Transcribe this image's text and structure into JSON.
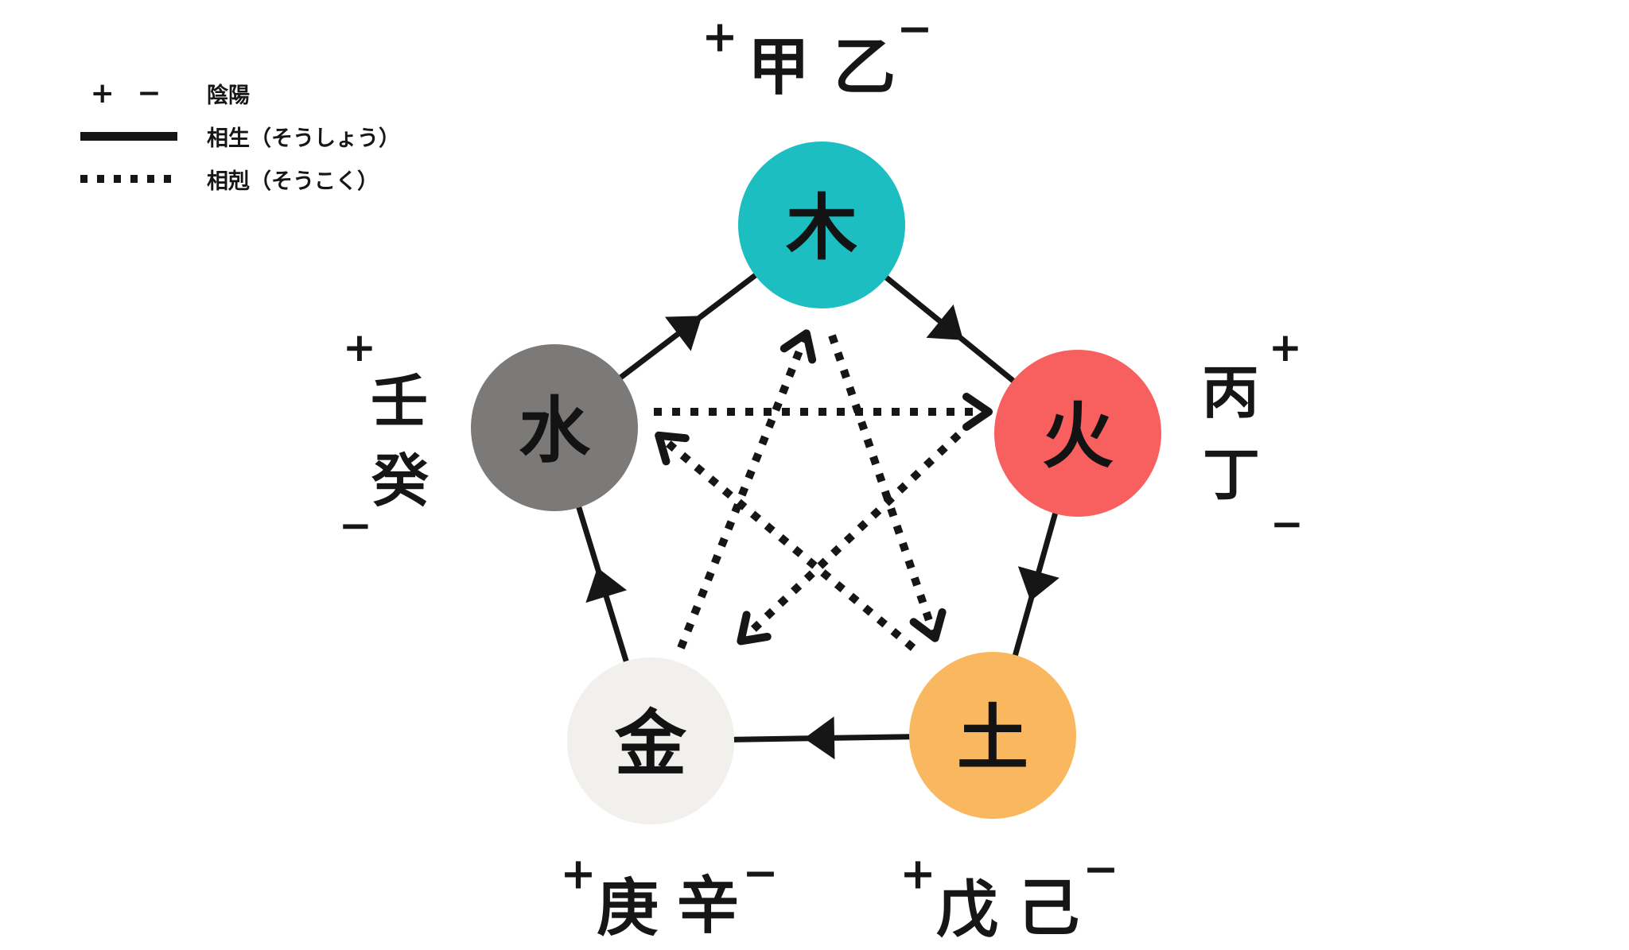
{
  "legend": {
    "plus_minus_symbol": "+ −",
    "items": [
      {
        "id": "yinyang",
        "symbol": "plus-minus-text",
        "label": "陰陽"
      },
      {
        "id": "generating",
        "symbol": "solid-line",
        "label": "相生（そうしょう）"
      },
      {
        "id": "overcoming",
        "symbol": "dotted-line",
        "label": "相剋（そうこく）"
      }
    ]
  },
  "signs": {
    "plus": "+",
    "minus": "−"
  },
  "elements": [
    {
      "id": "wood",
      "kanji": "木",
      "color": "#1cbec2",
      "yang_stem": "甲",
      "yin_stem": "乙"
    },
    {
      "id": "fire",
      "kanji": "火",
      "color": "#f7605f",
      "yang_stem": "丙",
      "yin_stem": "丁"
    },
    {
      "id": "earth",
      "kanji": "土",
      "color": "#f9b85f",
      "yang_stem": "戊",
      "yin_stem": "己"
    },
    {
      "id": "metal",
      "kanji": "金",
      "color": "#f2f0ed",
      "yang_stem": "庚",
      "yin_stem": "辛"
    },
    {
      "id": "water",
      "kanji": "水",
      "color": "#7b7a78",
      "yang_stem": "壬",
      "yin_stem": "癸"
    }
  ],
  "cycles": {
    "generating": {
      "label": "相生（そうしょう）",
      "line_style": "solid",
      "pairs": [
        [
          "water",
          "wood"
        ],
        [
          "wood",
          "fire"
        ],
        [
          "fire",
          "earth"
        ],
        [
          "earth",
          "metal"
        ],
        [
          "metal",
          "water"
        ]
      ]
    },
    "overcoming": {
      "label": "相剋（そうこく）",
      "line_style": "dotted",
      "pairs": [
        [
          "water",
          "fire"
        ],
        [
          "wood",
          "earth"
        ],
        [
          "fire",
          "metal"
        ],
        [
          "earth",
          "water"
        ],
        [
          "metal",
          "wood"
        ]
      ]
    }
  },
  "colors": {
    "ink": "#161616",
    "background": "#ffffff"
  }
}
